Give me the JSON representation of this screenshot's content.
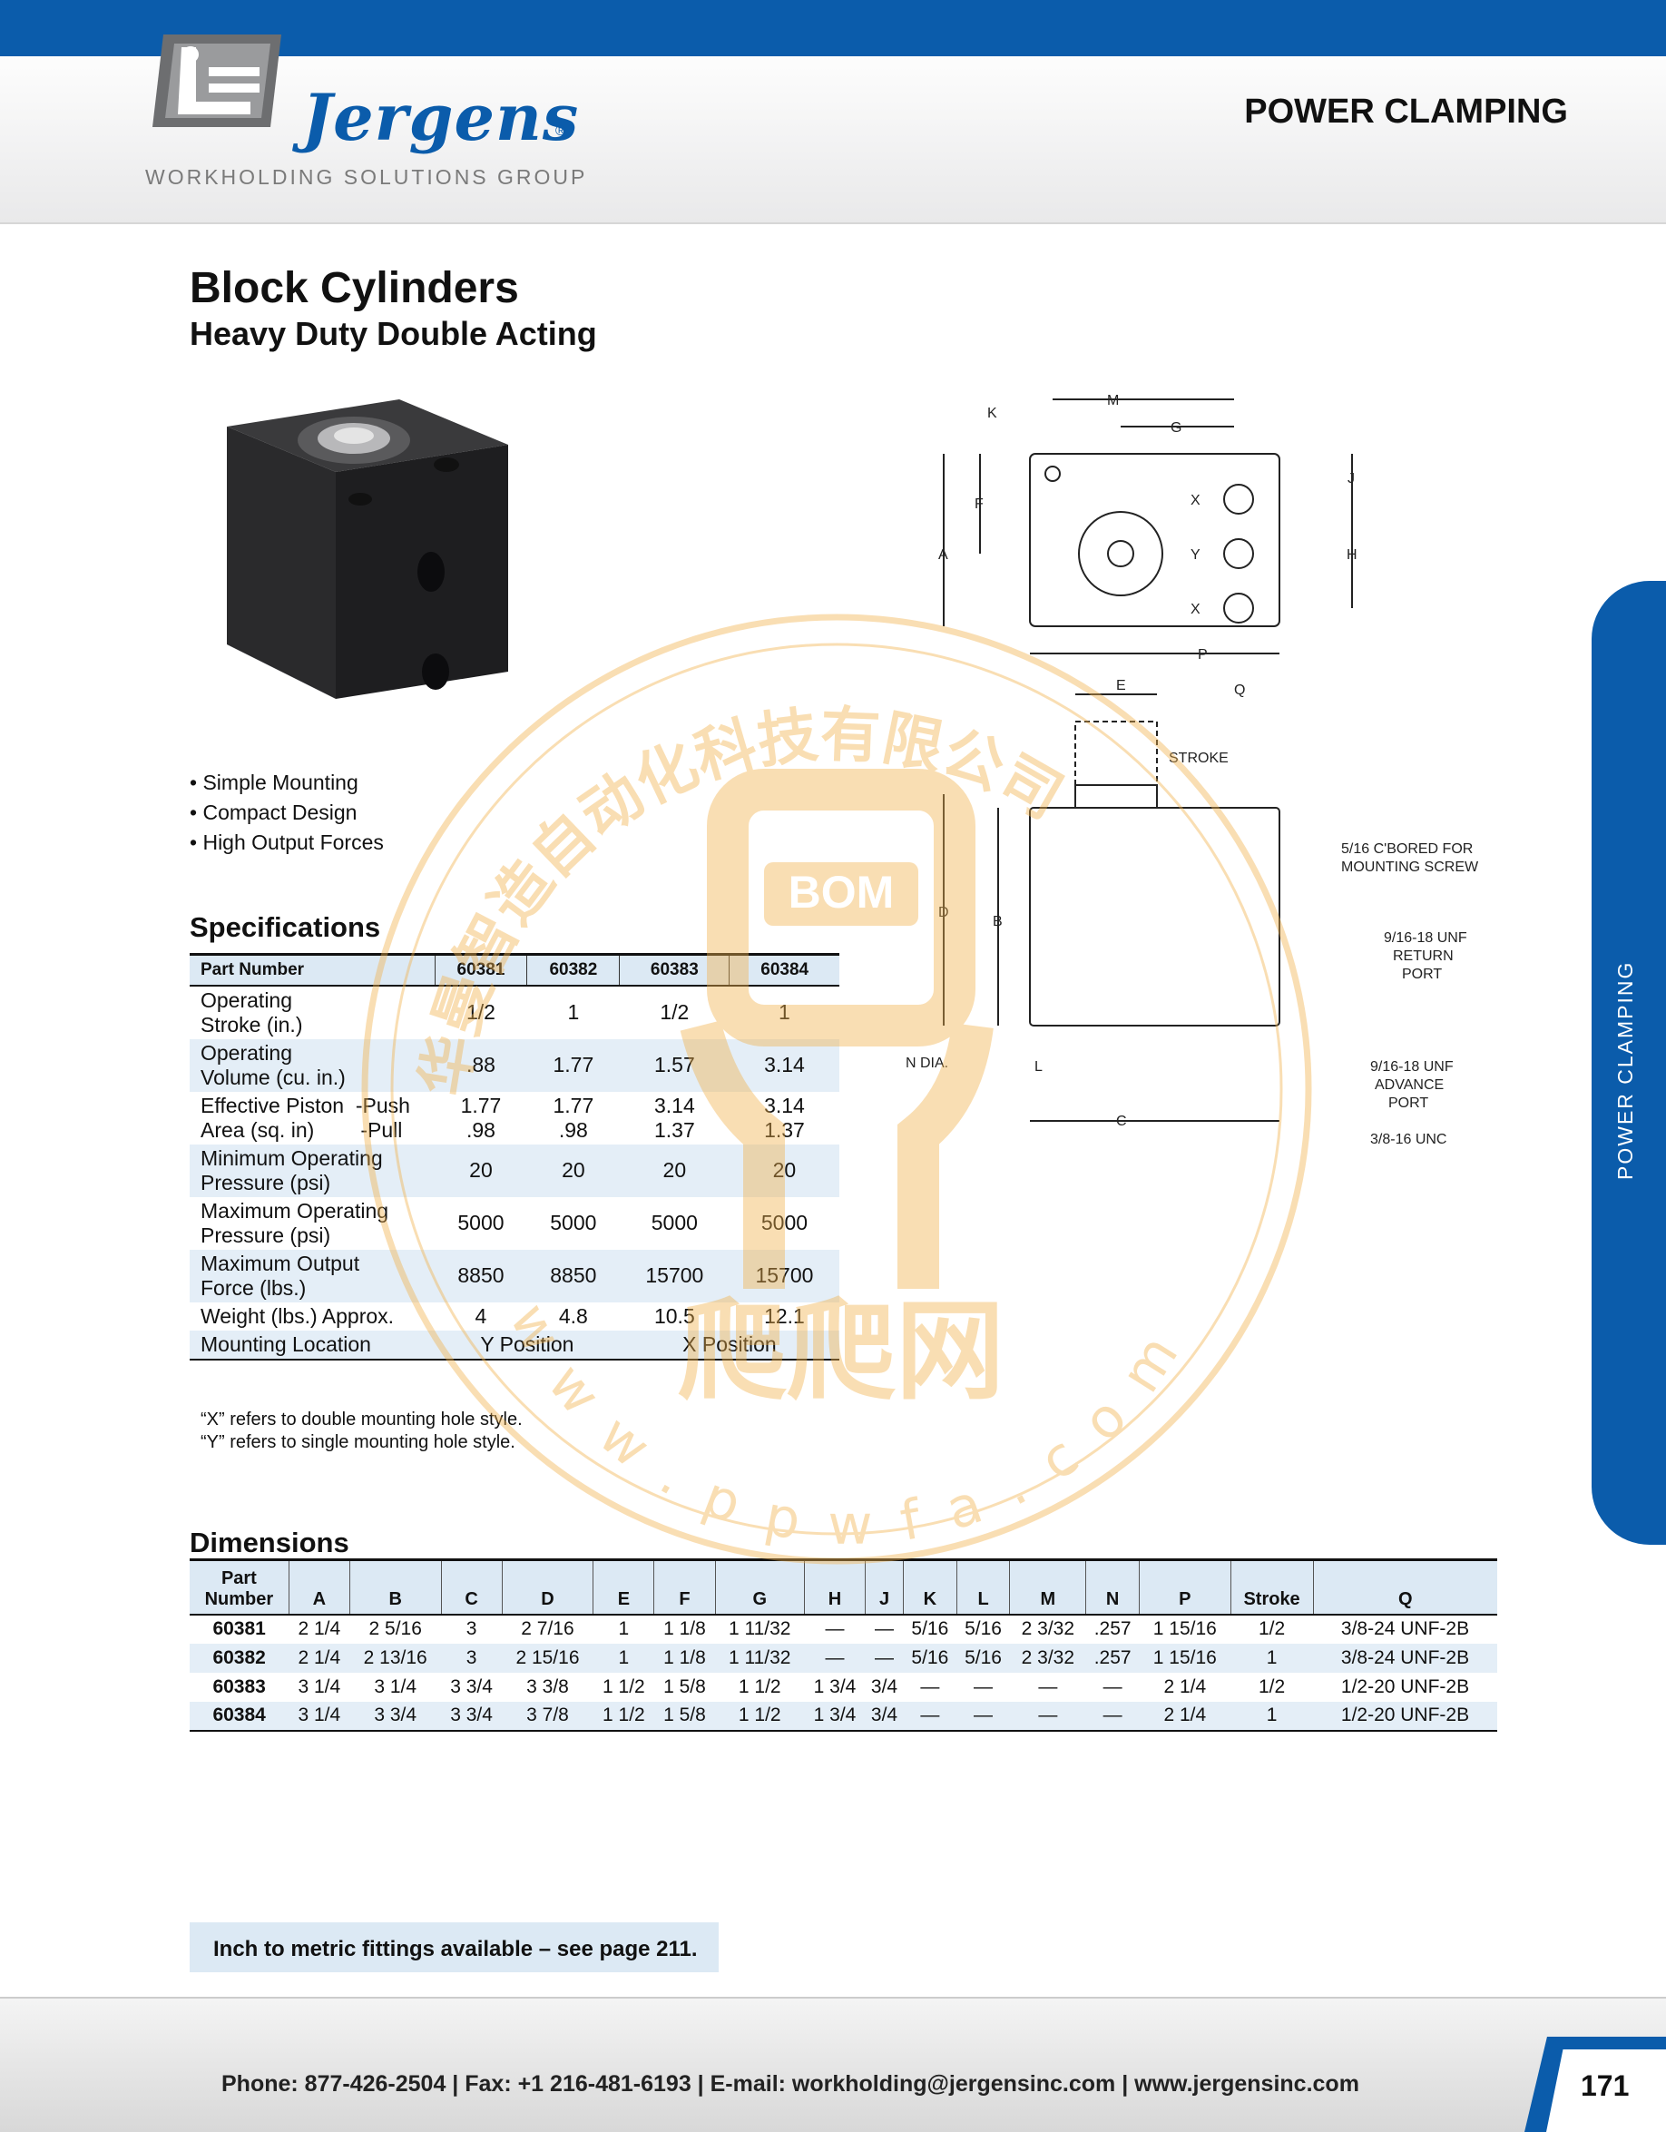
{
  "header": {
    "brand": "Jergens",
    "brand_reg": "®",
    "brand_tagline": "WORKHOLDING SOLUTIONS GROUP",
    "section": "POWER CLAMPING"
  },
  "product": {
    "title": "Block Cylinders",
    "subtitle": "Heavy Duty Double Acting",
    "features": [
      "Simple Mounting",
      "Compact Design",
      "High Output Forces"
    ]
  },
  "specifications": {
    "heading": "Specifications",
    "part_label": "Part Number",
    "parts": [
      "60381",
      "60382",
      "60383",
      "60384"
    ],
    "rows": [
      {
        "label": [
          "Operating",
          "Stroke (in.)"
        ],
        "values": [
          "1/2",
          "1",
          "1/2",
          "1"
        ]
      },
      {
        "label": [
          "Operating",
          "Volume (cu. in.)"
        ],
        "values": [
          ".88",
          "1.77",
          "1.57",
          "3.14"
        ]
      },
      {
        "label": [
          "Effective Piston  -Push",
          "Area (sq. in)        -Pull"
        ],
        "values": [
          "1.77\n.98",
          "1.77\n.98",
          "3.14\n1.37",
          "3.14\n1.37"
        ]
      },
      {
        "label": [
          "Minimum Operating",
          "Pressure (psi)"
        ],
        "values": [
          "20",
          "20",
          "20",
          "20"
        ]
      },
      {
        "label": [
          "Maximum Operating",
          "Pressure (psi)"
        ],
        "values": [
          "5000",
          "5000",
          "5000",
          "5000"
        ]
      },
      {
        "label": [
          "Maximum Output",
          "Force (lbs.)"
        ],
        "values": [
          "8850",
          "8850",
          "15700",
          "15700"
        ]
      },
      {
        "label": [
          "Weight (lbs.) Approx."
        ],
        "values": [
          "4",
          "4.8",
          "10.5",
          "12.1"
        ]
      }
    ],
    "mounting": {
      "label": "Mounting Location",
      "y": "Y Position",
      "x": "X Position"
    },
    "notes": [
      "“X” refers to double mounting hole style.",
      "“Y” refers to single mounting hole style."
    ]
  },
  "dimensions": {
    "heading": "Dimensions",
    "columns": [
      "Part\nNumber",
      "A",
      "B",
      "C",
      "D",
      "E",
      "F",
      "G",
      "H",
      "J",
      "K",
      "L",
      "M",
      "N",
      "P",
      "Stroke",
      "Q"
    ],
    "rows": [
      [
        "60381",
        "2 1/4",
        "2 5/16",
        "3",
        "2 7/16",
        "1",
        "1 1/8",
        "1 11/32",
        "—",
        "—",
        "5/16",
        "5/16",
        "2 3/32",
        ".257",
        "1 15/16",
        "1/2",
        "3/8-24 UNF-2B"
      ],
      [
        "60382",
        "2 1/4",
        "2 13/16",
        "3",
        "2 15/16",
        "1",
        "1 1/8",
        "1 11/32",
        "—",
        "—",
        "5/16",
        "5/16",
        "2 3/32",
        ".257",
        "1 15/16",
        "1",
        "3/8-24 UNF-2B"
      ],
      [
        "60383",
        "3 1/4",
        "3 1/4",
        "3 3/4",
        "3 3/8",
        "1 1/2",
        "1 5/8",
        "1 1/2",
        "1 3/4",
        "3/4",
        "—",
        "—",
        "—",
        "—",
        "2 1/4",
        "1/2",
        "1/2-20 UNF-2B"
      ],
      [
        "60384",
        "3 1/4",
        "3 3/4",
        "3 3/4",
        "3 7/8",
        "1 1/2",
        "1 5/8",
        "1 1/2",
        "1 3/4",
        "3/4",
        "—",
        "—",
        "—",
        "—",
        "2 1/4",
        "1",
        "1/2-20 UNF-2B"
      ]
    ]
  },
  "drawing_labels": {
    "top": [
      "K",
      "M",
      "G",
      "J",
      "F",
      "A",
      "X",
      "Y",
      "X",
      "H",
      "P"
    ],
    "side": [
      "E",
      "Q",
      "STROKE",
      "D",
      "B",
      "N DIA.",
      "L",
      "C"
    ],
    "callouts": [
      "5/16 C'BORED FOR",
      "MOUNTING SCREW",
      "9/16-18 UNF",
      "RETURN",
      "PORT",
      "9/16-18 UNF",
      "ADVANCE",
      "PORT",
      "3/8-16 UNC"
    ]
  },
  "metric_note": "Inch to metric fittings available – see page 211.",
  "side_tab": "POWER CLAMPING",
  "footer": {
    "contact": "Phone: 877-426-2504  |  Fax: +1 216-481-6193  |  E-mail: workholding@jergensinc.com  |  www.jergensinc.com",
    "page": "171"
  },
  "watermark": {
    "chinese": "华曼智造自动化科技有限公司",
    "brand": "BOM",
    "cn_name": "爬爬网",
    "url": "w w w . p p w f a . c o m"
  },
  "colors": {
    "brand_blue": "#0b5cab",
    "table_shade": "#dce9f4",
    "watermark": "#f2b24c"
  }
}
